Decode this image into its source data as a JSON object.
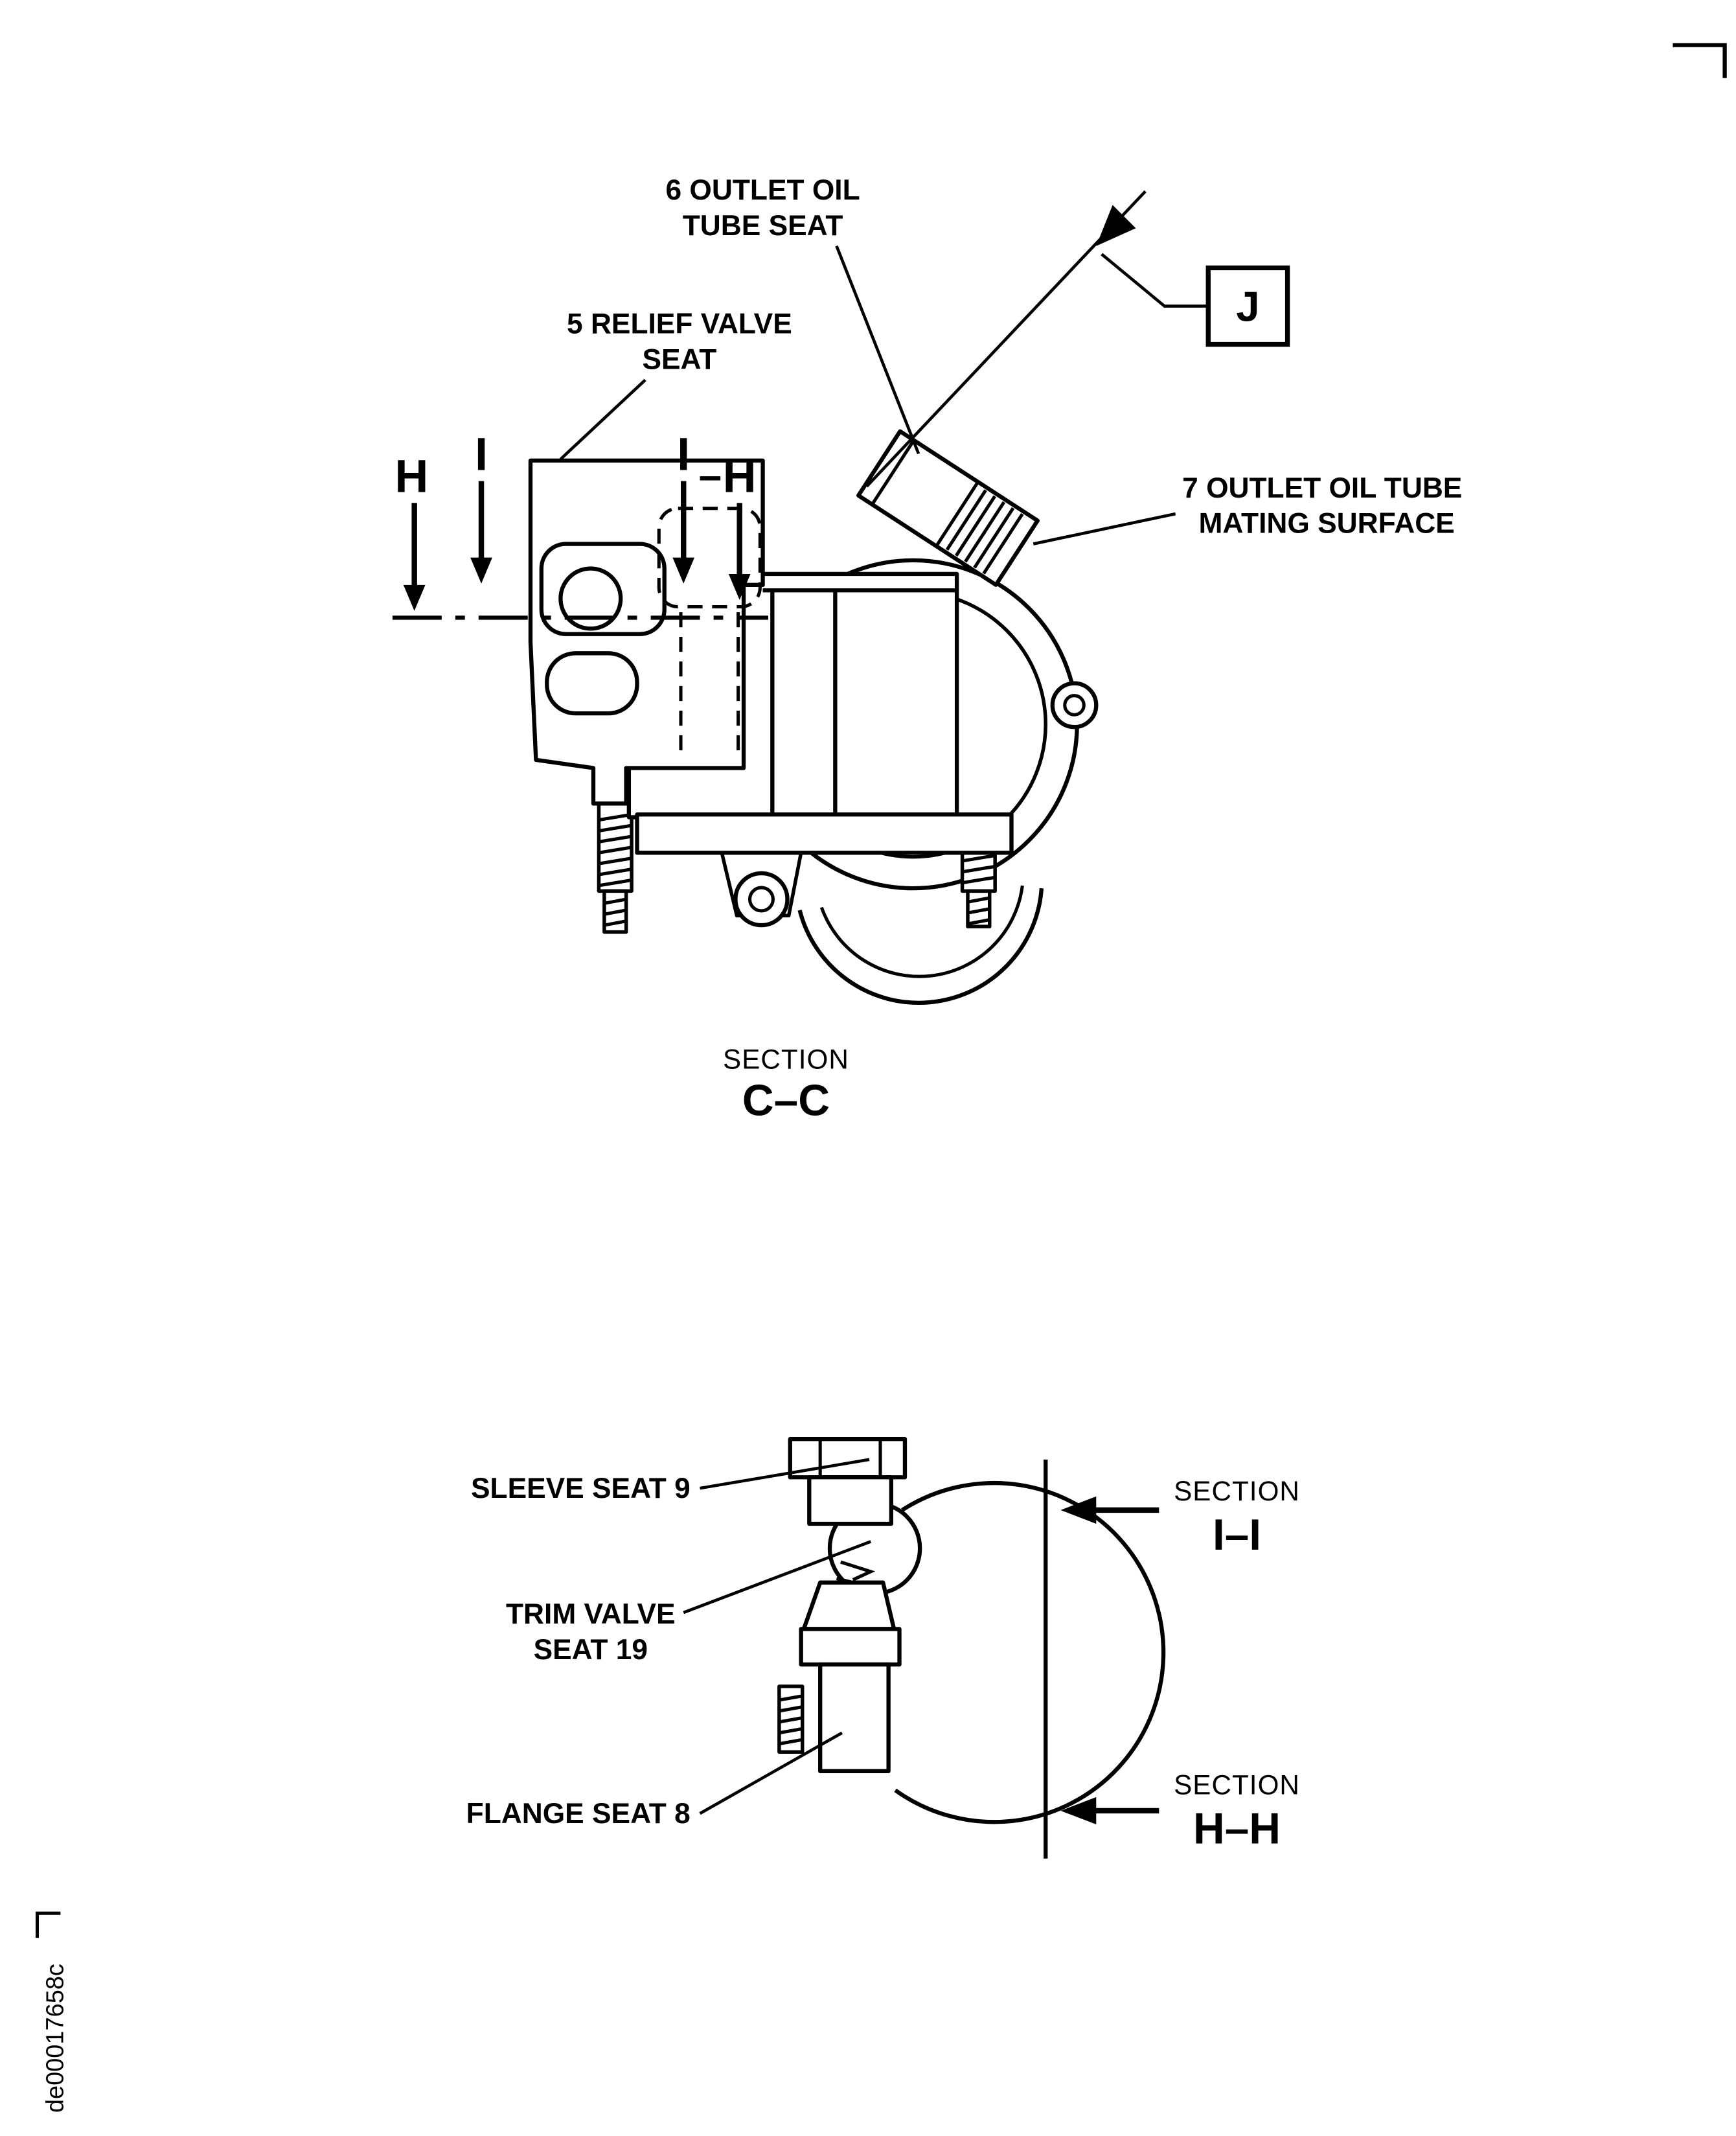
{
  "document": {
    "doc_code": "de00017658c"
  },
  "section_cc": {
    "callout_6": [
      "6 OUTLET OIL",
      "TUBE SEAT"
    ],
    "callout_5": [
      "5 RELIEF VALVE",
      "SEAT"
    ],
    "callout_7": [
      "7 OUTLET OIL TUBE",
      "MATING SURFACE"
    ],
    "flag_label": "J",
    "cutting_letters": {
      "h": "H",
      "i": "I"
    },
    "caption": {
      "label": "SECTION",
      "name": "C–C"
    }
  },
  "section_ih": {
    "callout_sleeve_seat": "SLEEVE SEAT 9",
    "callout_trim_valve": [
      "TRIM VALVE",
      "SEAT 19"
    ],
    "callout_flange_seat": "FLANGE SEAT 8",
    "section_ii": {
      "label": "SECTION",
      "name": "I–I"
    },
    "section_hh": {
      "label": "SECTION",
      "name": "H–H"
    }
  }
}
